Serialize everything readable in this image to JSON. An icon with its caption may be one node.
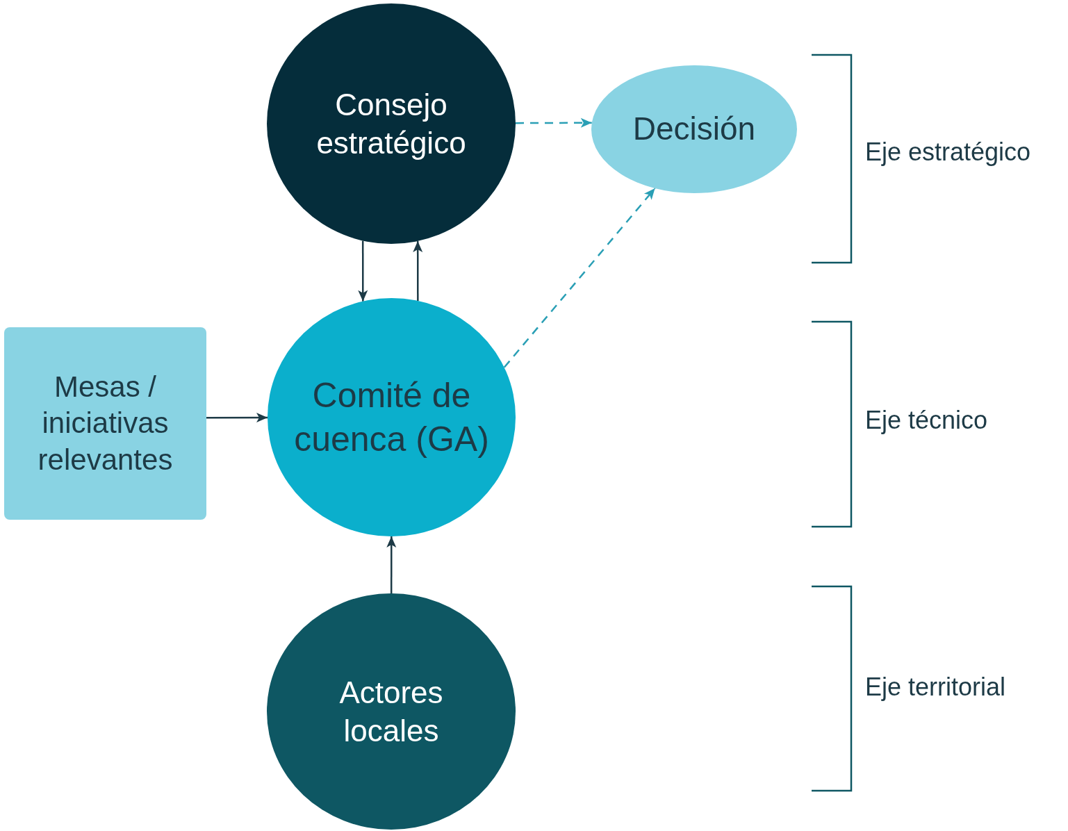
{
  "diagram": {
    "nodes": [
      {
        "text": [
          "Consejo estratégico"
        ]
      },
      {
        "text": [
          "Decisión"
        ]
      },
      {
        "text": [
          "Mesas / iniciativas relevantes"
        ]
      },
      {
        "text": [
          "Comité de cuenca (GA)"
        ]
      },
      {
        "text": [
          "Actores locales"
        ]
      }
    ],
    "edges": [
      {
        "from": 0,
        "to": 1,
        "arrow": "to",
        "style": "dashed",
        "color": "#2a9fb5"
      },
      {
        "from": 0,
        "to": 3,
        "arrow": "to"
      },
      {
        "from": 3,
        "to": 0,
        "arrow": "to"
      },
      {
        "from": 3,
        "to": 1,
        "arrow": "to",
        "style": "dashed",
        "color": "#2a9fb5"
      },
      {
        "from": 2,
        "to": 3,
        "arrow": "to"
      },
      {
        "from": 4,
        "to": 3,
        "arrow": "to"
      }
    ],
    "labels": [
      "Eje estratégico",
      "Eje técnico",
      "Eje territorial"
    ]
  }
}
